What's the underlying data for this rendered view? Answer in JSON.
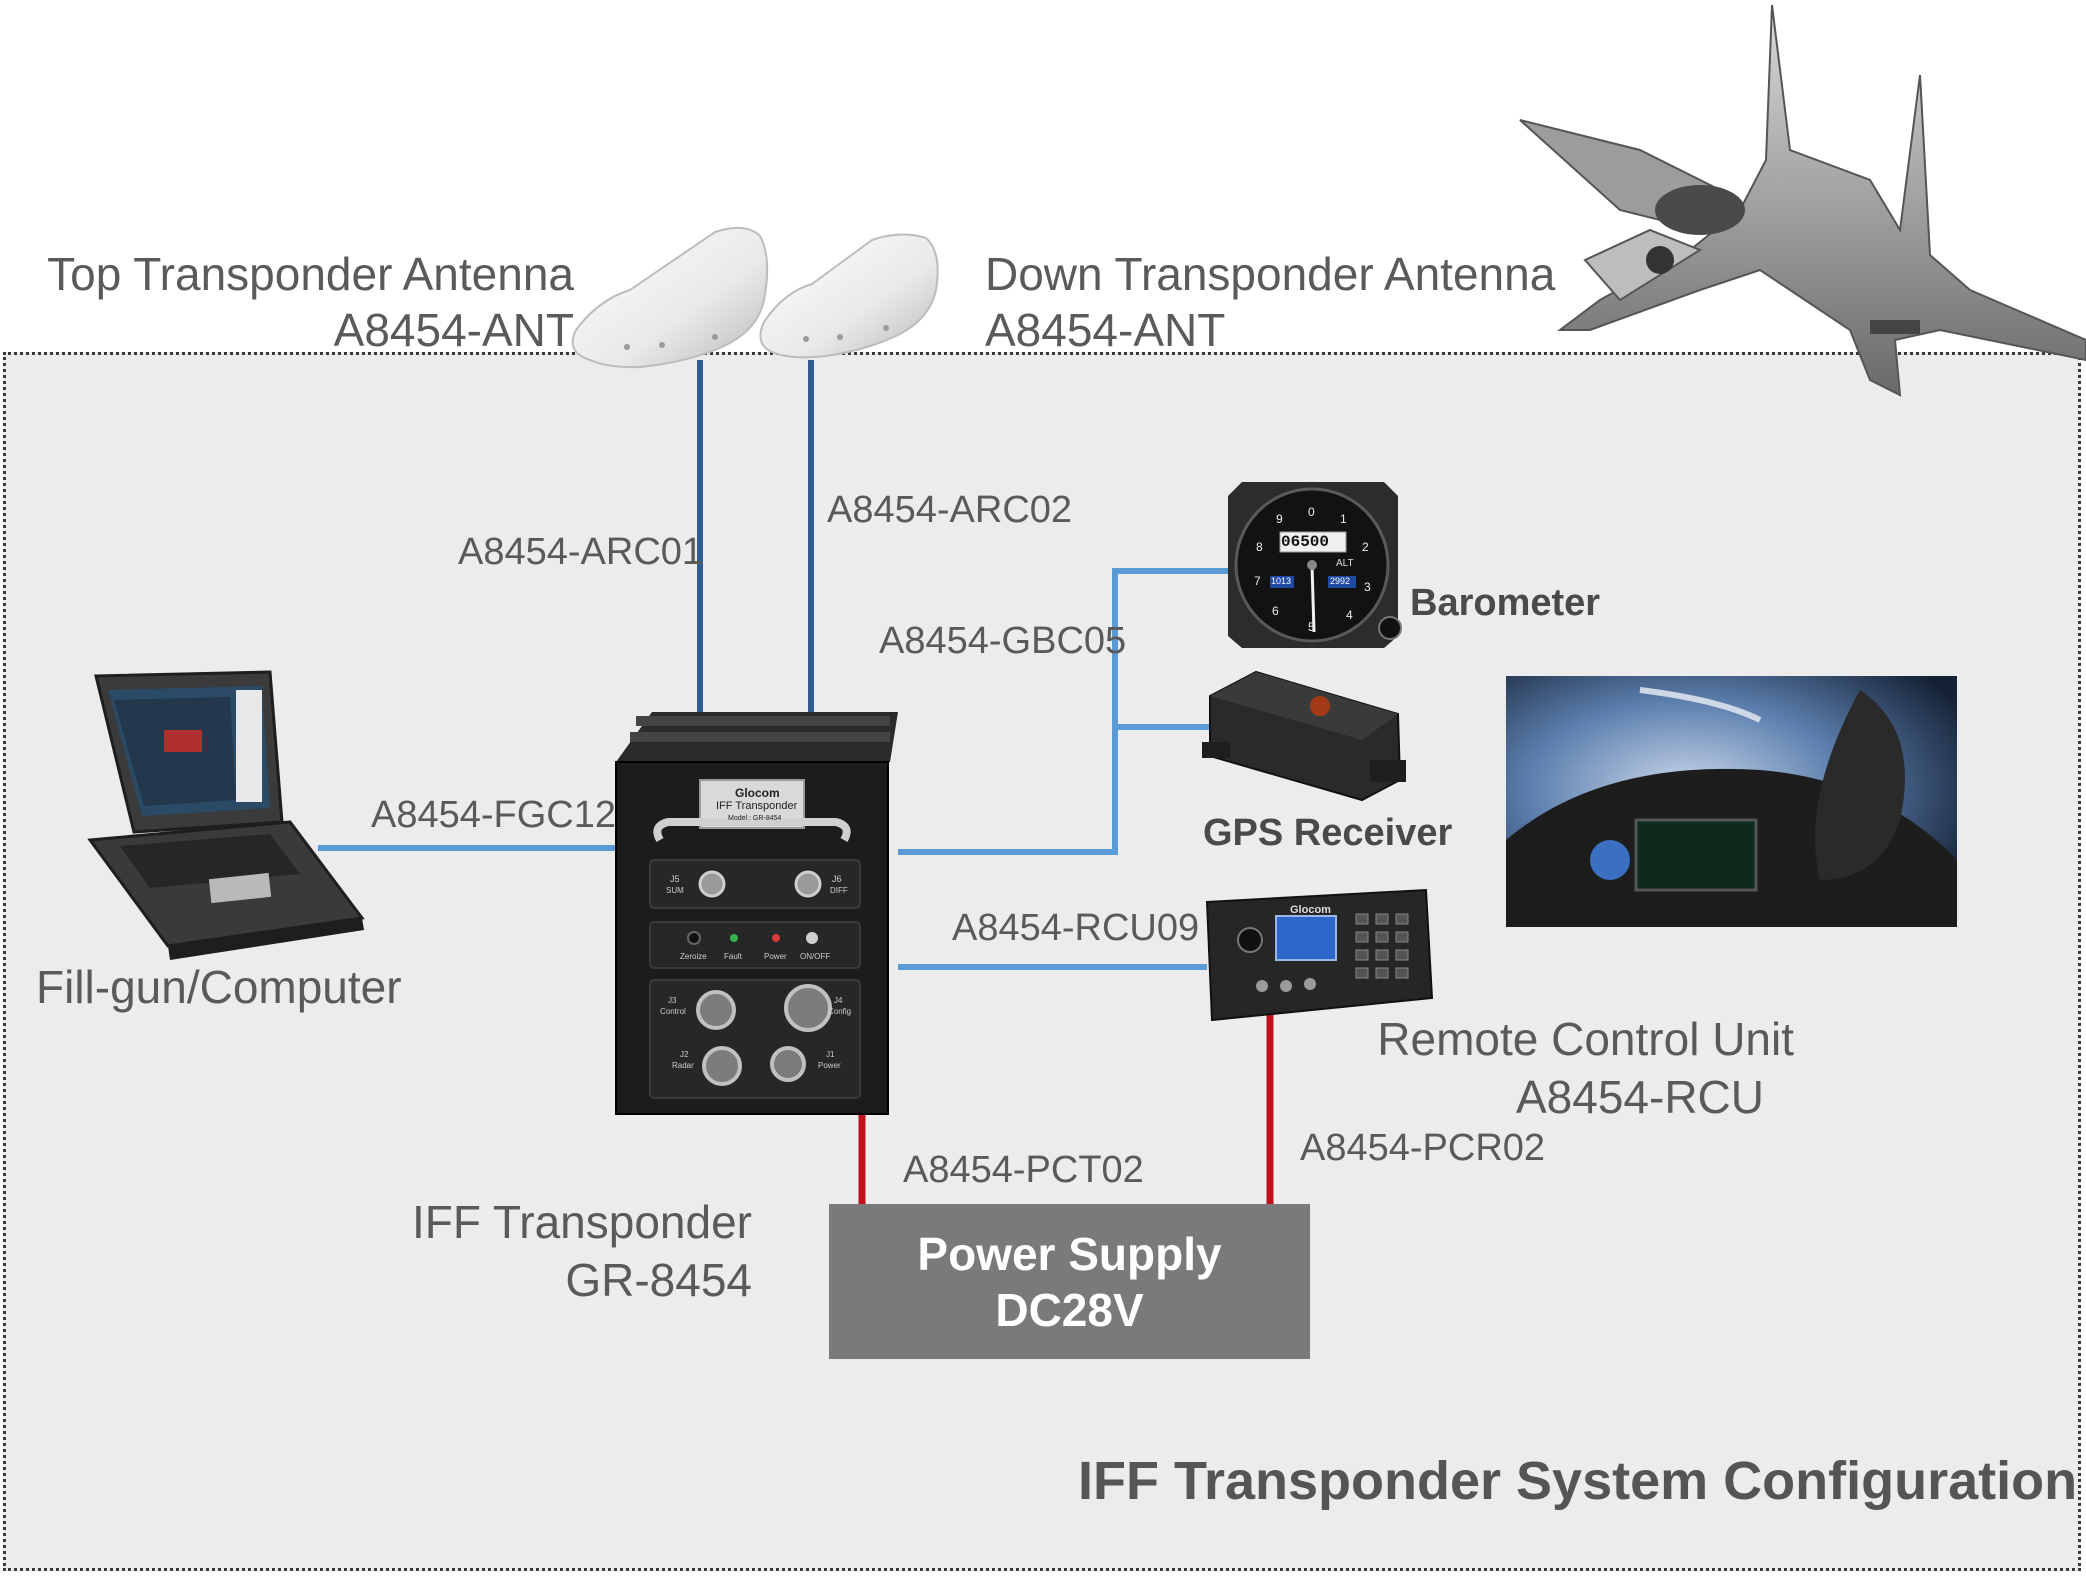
{
  "antennas": {
    "top_name": "Top Transponder Antenna",
    "top_model": "A8454-ANT",
    "down_name": "Down Transponder Antenna",
    "down_model": "A8454-ANT"
  },
  "cables": {
    "arc01": "A8454-ARC01",
    "arc02": "A8454-ARC02",
    "gbc05": "A8454-GBC05",
    "fgc12": "A8454-FGC12",
    "rcu09": "A8454-RCU09",
    "pct02": "A8454-PCT02",
    "pcr02": "A8454-PCR02"
  },
  "devices": {
    "barometer": "Barometer",
    "gps": "GPS Receiver",
    "computer": "Fill-gun/Computer",
    "rcu_name": "Remote Control Unit",
    "rcu_model": "A8454-RCU",
    "transponder_name": "IFF Transponder",
    "transponder_model": "GR-8454",
    "psu_line1": "Power Supply",
    "psu_line2": "DC28V"
  },
  "transponder_panel": {
    "brand": "Glocom",
    "title": "IFF Transponder",
    "model_plate": "Model : GR-8454",
    "j5": "J5",
    "j5_sub": "SUM",
    "j6": "J6",
    "j6_sub": "DIFF",
    "zeroize": "Zeroize",
    "fault": "Fault",
    "power": "Power",
    "onoff": "ON/OFF",
    "j3": "J3",
    "j3_sub": "Control",
    "j4": "J4",
    "j4_sub": "Config",
    "j2": "J2",
    "j2_sub": "Radar",
    "j1": "J1",
    "j1_sub": "Power"
  },
  "barometer_dial": {
    "counter": "06500",
    "alt": "ALT",
    "left_window": "1013",
    "right_window": "2992",
    "digits": [
      "0",
      "1",
      "2",
      "3",
      "4",
      "5",
      "6",
      "7",
      "8",
      "9"
    ]
  },
  "rcu_panel": {
    "brand": "Glocom"
  },
  "footer_title": "IFF Transponder System Configuration",
  "colors": {
    "rf_cable": "#2f5f8f",
    "data_cable": "#5b9bd5",
    "power_cable": "#c0121b",
    "frame_bg": "#ececec",
    "psu_bg": "#7a7a7a"
  }
}
